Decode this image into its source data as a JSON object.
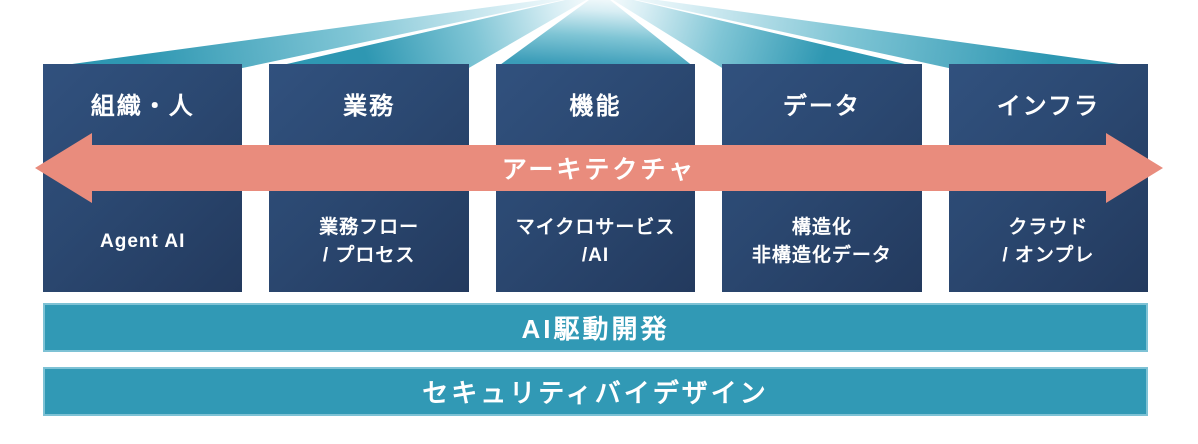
{
  "diagram": {
    "columns": [
      {
        "header": "組織・人",
        "sub_line1": "Agent AI",
        "sub_line2": ""
      },
      {
        "header": "業務",
        "sub_line1": "業務フロー",
        "sub_line2": "/ プロセス"
      },
      {
        "header": "機能",
        "sub_line1": "マイクロサービス",
        "sub_line2": "/AI"
      },
      {
        "header": "データ",
        "sub_line1": "構造化",
        "sub_line2": "非構造化データ"
      },
      {
        "header": "インフラ",
        "sub_line1": "クラウド",
        "sub_line2": "/ オンプレ"
      }
    ],
    "arrow_label": "アーキテクチャ",
    "bars": [
      {
        "label": "AI駆動開発"
      },
      {
        "label": "セキュリティバイデザイン"
      }
    ],
    "colors": {
      "column_navy": "#2b4871",
      "arrow_salmon": "#e98c7d",
      "bar_teal": "#3199b5",
      "ray_teal": "#2e97b2",
      "text_white": "#ffffff"
    }
  }
}
